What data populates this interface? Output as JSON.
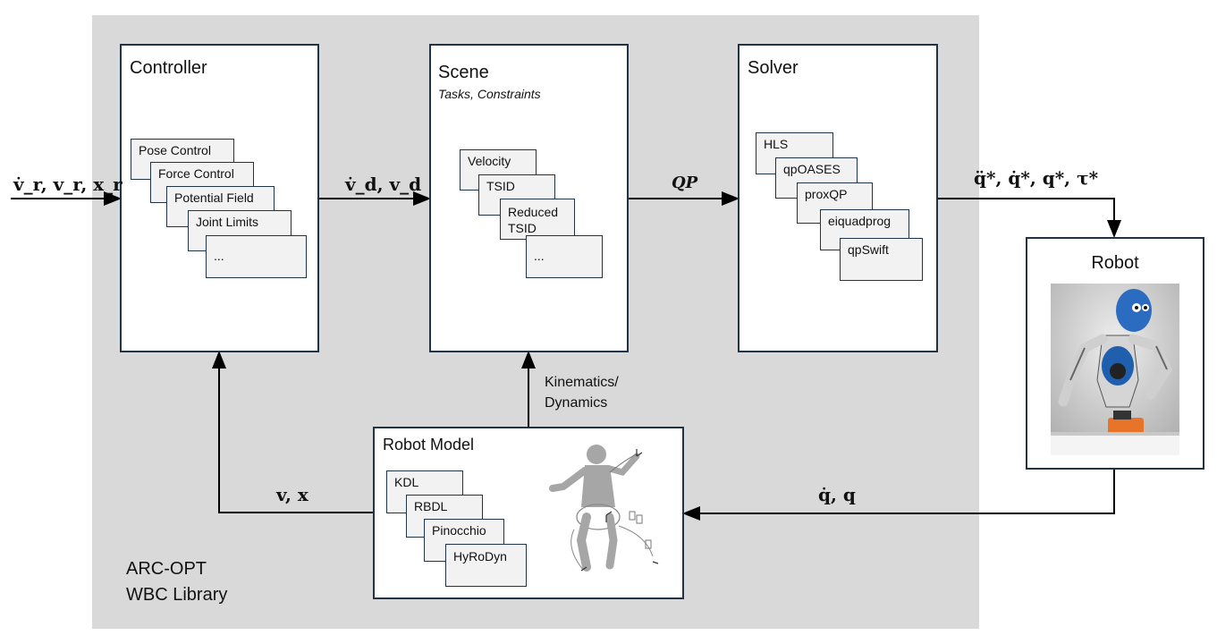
{
  "controller": {
    "title": "Controller",
    "items": [
      "Pose Control",
      "Force Control",
      "Potential Field",
      "Joint Limits",
      "..."
    ]
  },
  "scene": {
    "title": "Scene",
    "subtitle": "Tasks, Constraints",
    "items": [
      "Velocity",
      "TSID",
      "Reduced TSID",
      "..."
    ]
  },
  "solver": {
    "title": "Solver",
    "items": [
      "HLS",
      "qpOASES",
      "proxQP",
      "eiquadprog",
      "qpSwift"
    ]
  },
  "robot": {
    "title": "Robot"
  },
  "robot_model": {
    "title": "Robot Model",
    "items": [
      "KDL",
      "RBDL",
      "Pinocchio",
      "HyRoDyn"
    ]
  },
  "library": {
    "line1": "ARC-OPT",
    "line2": "WBC Library"
  },
  "edge_labels": {
    "kinematics_line1": "Kinematics/",
    "kinematics_line2": "Dynamics",
    "qp": "QP"
  },
  "signals": {
    "input_ref": "v̇_r, v_r, x_r",
    "desired": "v̇_d, v_d",
    "solver_out": "q̈*, q̇*, q*, τ*",
    "robot_state": "q̇, q",
    "controller_feedback": "v, x"
  }
}
